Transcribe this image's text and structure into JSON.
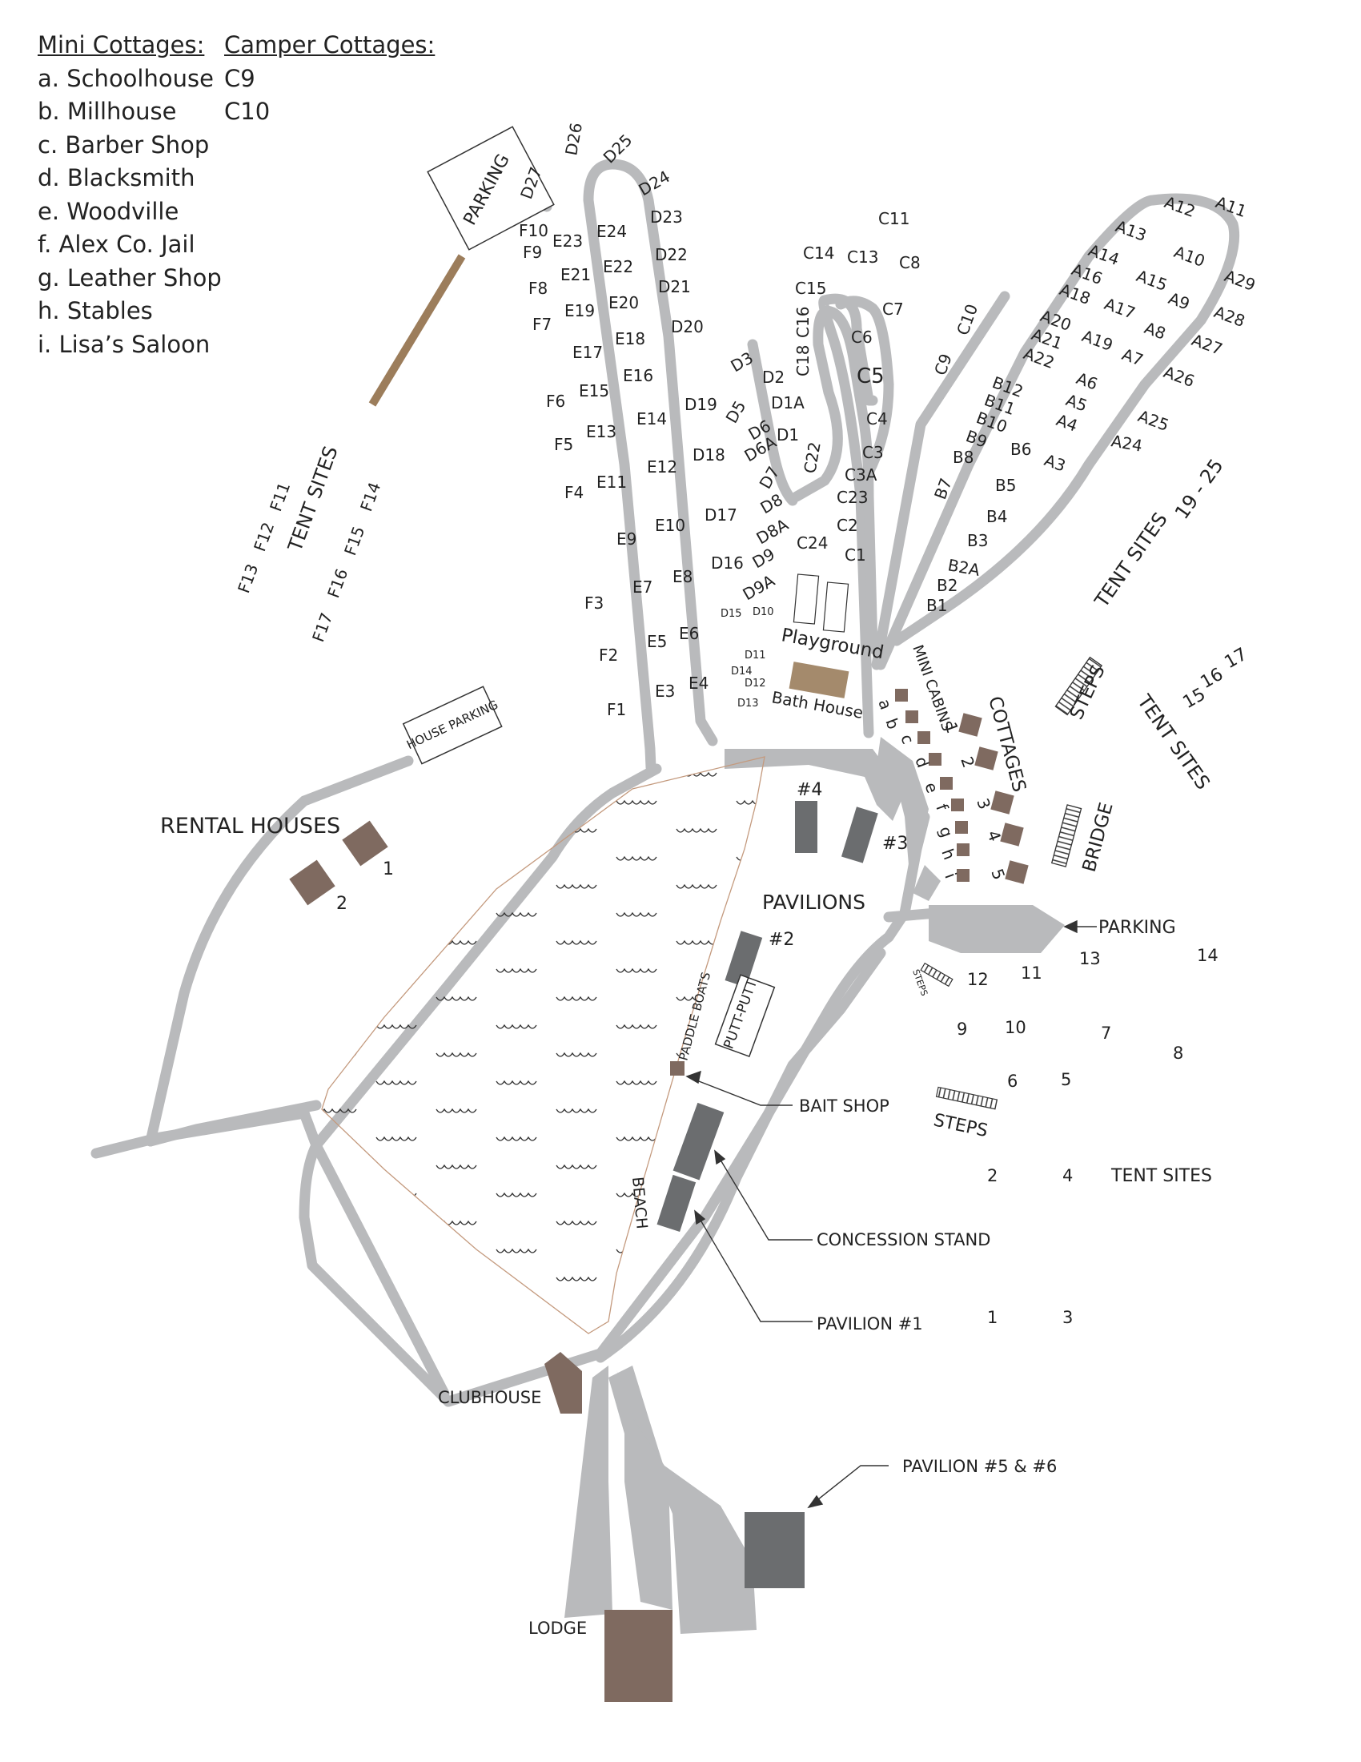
{
  "legend": {
    "mini_title": "Mini Cottages:",
    "mini_items": [
      "a. Schoolhouse",
      "b. Millhouse",
      "c. Barber Shop",
      "d. Blacksmith",
      "e. Woodville",
      "f. Alex Co. Jail",
      "g. Leather Shop",
      "h. Stables",
      "i. Lisa’s Saloon"
    ],
    "camper_title": "Camper Cottages:",
    "camper_items": [
      "C9",
      "C10"
    ]
  },
  "colors": {
    "road": "#b9babc",
    "building": "#6b6d6f",
    "wood": "#7f6a60",
    "path": "#9c7d5b",
    "bath": "#a48a6c",
    "lake_edge": "#c49a7e"
  },
  "labels": {
    "parking_top": "PARKING",
    "house_parking": "HOUSE PARKING",
    "rental_houses": "RENTAL HOUSES",
    "house1": "1",
    "house2": "2",
    "tent_sites_f": "TENT SITES",
    "tent_sites_19_25": "TENT SITES",
    "range_19_25": "19 - 25",
    "playground": "Playground",
    "bath_house": "Bath House",
    "mini_cabins": "MINI CABINS",
    "cottages": "COTTAGES",
    "steps1": "STEPS",
    "steps2": "STEPS",
    "steps3": "STEPS",
    "bridge": "BRIDGE",
    "parking_right": "PARKING",
    "tent_sites_15_17": "TENT SITES",
    "tent_sites_lower": "TENT SITES",
    "pavilions": "PAVILIONS",
    "pav4": "#4",
    "pav3": "#3",
    "pav2": "#2",
    "putt_putt": "PUTT-PUTT",
    "paddle_boats": "PADDLE BOATS",
    "bait_shop": "BAIT SHOP",
    "beach": "BEACH",
    "concession_stand": "CONCESSION STAND",
    "pavilion1": "PAVILION #1",
    "clubhouse": "CLUBHOUSE",
    "pavilion56": "PAVILION #5 & #6",
    "lodge": "LODGE"
  },
  "sites": {
    "D": [
      "D27",
      "D26",
      "D25",
      "D24",
      "D23",
      "D22",
      "D21",
      "D20",
      "D19",
      "D18",
      "D17",
      "D16",
      "D9",
      "D9A",
      "D8A",
      "D8",
      "D7",
      "D6A",
      "D6",
      "D5",
      "D1",
      "D1A",
      "D2",
      "D3",
      "D15",
      "D10",
      "D11",
      "D14",
      "D12",
      "D13"
    ],
    "E": [
      "E23",
      "E24",
      "E21",
      "E22",
      "E19",
      "E20",
      "E17",
      "E18",
      "E15",
      "E16",
      "E13",
      "E14",
      "E11",
      "E12",
      "E9",
      "E10",
      "E7",
      "E8",
      "E5",
      "E6",
      "E3",
      "E4"
    ],
    "F": [
      "F10",
      "F9",
      "F8",
      "F7",
      "F6",
      "F5",
      "F4",
      "F3",
      "F2",
      "F1"
    ],
    "F_tent": [
      "F11",
      "F12",
      "F13",
      "F14",
      "F15",
      "F16",
      "F17"
    ],
    "C": [
      "C11",
      "C14",
      "C13",
      "C8",
      "C15",
      "C16",
      "C18",
      "C7",
      "C6",
      "C5",
      "C10",
      "C9",
      "C4",
      "C3",
      "C3A",
      "C23",
      "C22",
      "C2",
      "C24",
      "C1"
    ],
    "A": [
      "A12",
      "A11",
      "A13",
      "A10",
      "A14",
      "A16",
      "A18",
      "A15",
      "A29",
      "A9",
      "A17",
      "A20",
      "A21",
      "A22",
      "A8",
      "A28",
      "A19",
      "A7",
      "A27",
      "A26",
      "A6",
      "A5",
      "A4",
      "A3",
      "A25",
      "A24"
    ],
    "B": [
      "B12",
      "B11",
      "B10",
      "B9",
      "B8",
      "B7",
      "B6",
      "B5",
      "B4",
      "B3",
      "B2A",
      "B2",
      "B1"
    ],
    "mini": [
      "a",
      "b",
      "c",
      "d",
      "e",
      "f",
      "g",
      "h",
      "i"
    ],
    "cottages": [
      "1",
      "2",
      "3",
      "4",
      "5"
    ],
    "tent15": [
      "17",
      "16",
      "15"
    ],
    "tent_nums": [
      "13",
      "14",
      "12",
      "11",
      "9",
      "10",
      "7",
      "8",
      "6",
      "5",
      "2",
      "4",
      "1",
      "3"
    ]
  }
}
